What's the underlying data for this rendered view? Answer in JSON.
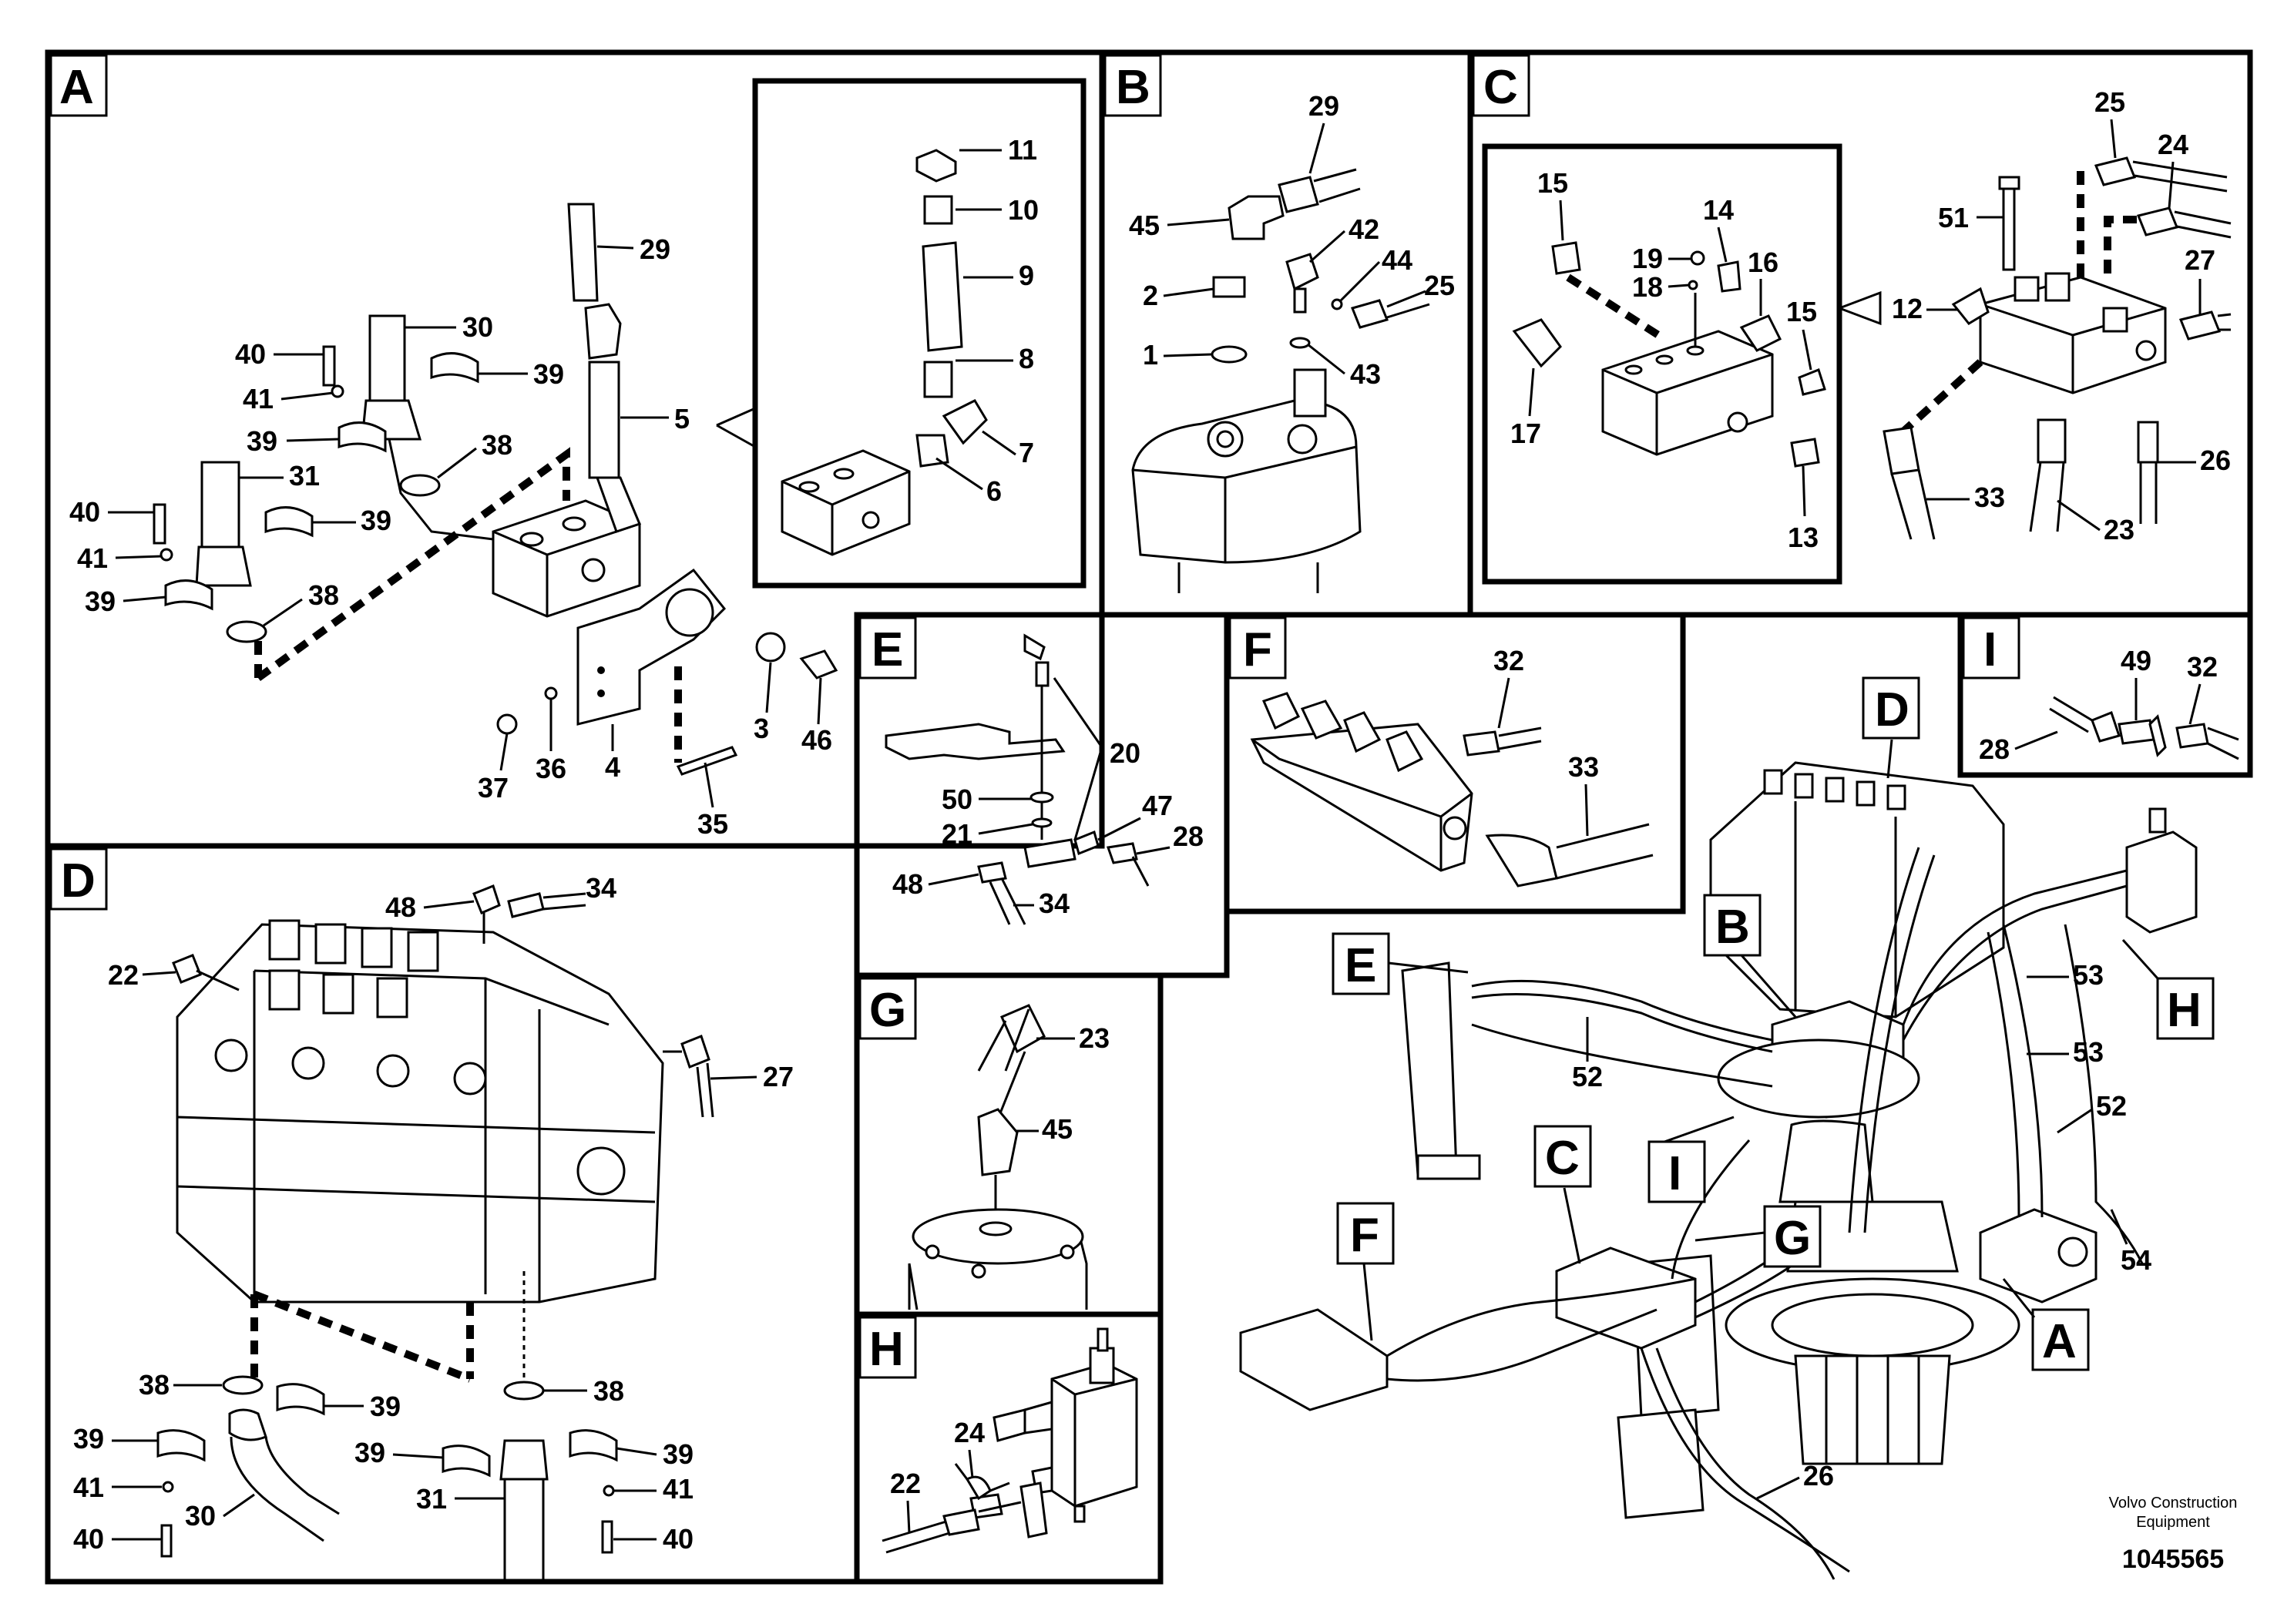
{
  "panels": {
    "A": {
      "title": "A",
      "labels": [
        "11",
        "10",
        "9",
        "8",
        "7",
        "6",
        "29",
        "5",
        "30",
        "39",
        "40",
        "41",
        "39",
        "38",
        "31",
        "40",
        "41",
        "39",
        "39",
        "38",
        "3",
        "46",
        "37",
        "36",
        "4",
        "35"
      ]
    },
    "B": {
      "title": "B",
      "labels": [
        "29",
        "45",
        "42",
        "44",
        "25",
        "2",
        "1",
        "43"
      ]
    },
    "C": {
      "title": "C",
      "labels": [
        "25",
        "24",
        "15",
        "14",
        "19",
        "18",
        "16",
        "15",
        "17",
        "13",
        "51",
        "27",
        "12",
        "26",
        "33",
        "23"
      ]
    },
    "D": {
      "title": "D",
      "labels": [
        "48",
        "34",
        "22",
        "27",
        "38",
        "39",
        "38",
        "39",
        "30",
        "39",
        "39",
        "41",
        "40",
        "31",
        "41",
        "40"
      ]
    },
    "E": {
      "title": "E",
      "labels": [
        "20",
        "50",
        "21",
        "47",
        "28",
        "48",
        "34"
      ]
    },
    "F": {
      "title": "F",
      "labels": [
        "32",
        "33"
      ]
    },
    "G": {
      "title": "G",
      "labels": [
        "23",
        "45"
      ]
    },
    "H": {
      "title": "H",
      "labels": [
        "24",
        "22"
      ]
    },
    "I": {
      "title": "I",
      "labels": [
        "49",
        "32",
        "28"
      ]
    }
  },
  "overview": {
    "callouts": [
      "D",
      "B",
      "E",
      "C",
      "I",
      "G",
      "F",
      "A",
      "H"
    ],
    "labels": [
      "52",
      "53",
      "53",
      "52",
      "54",
      "26"
    ]
  },
  "footer": {
    "company_line1": "Volvo Construction",
    "company_line2": "Equipment",
    "doc_number": "1045565"
  }
}
